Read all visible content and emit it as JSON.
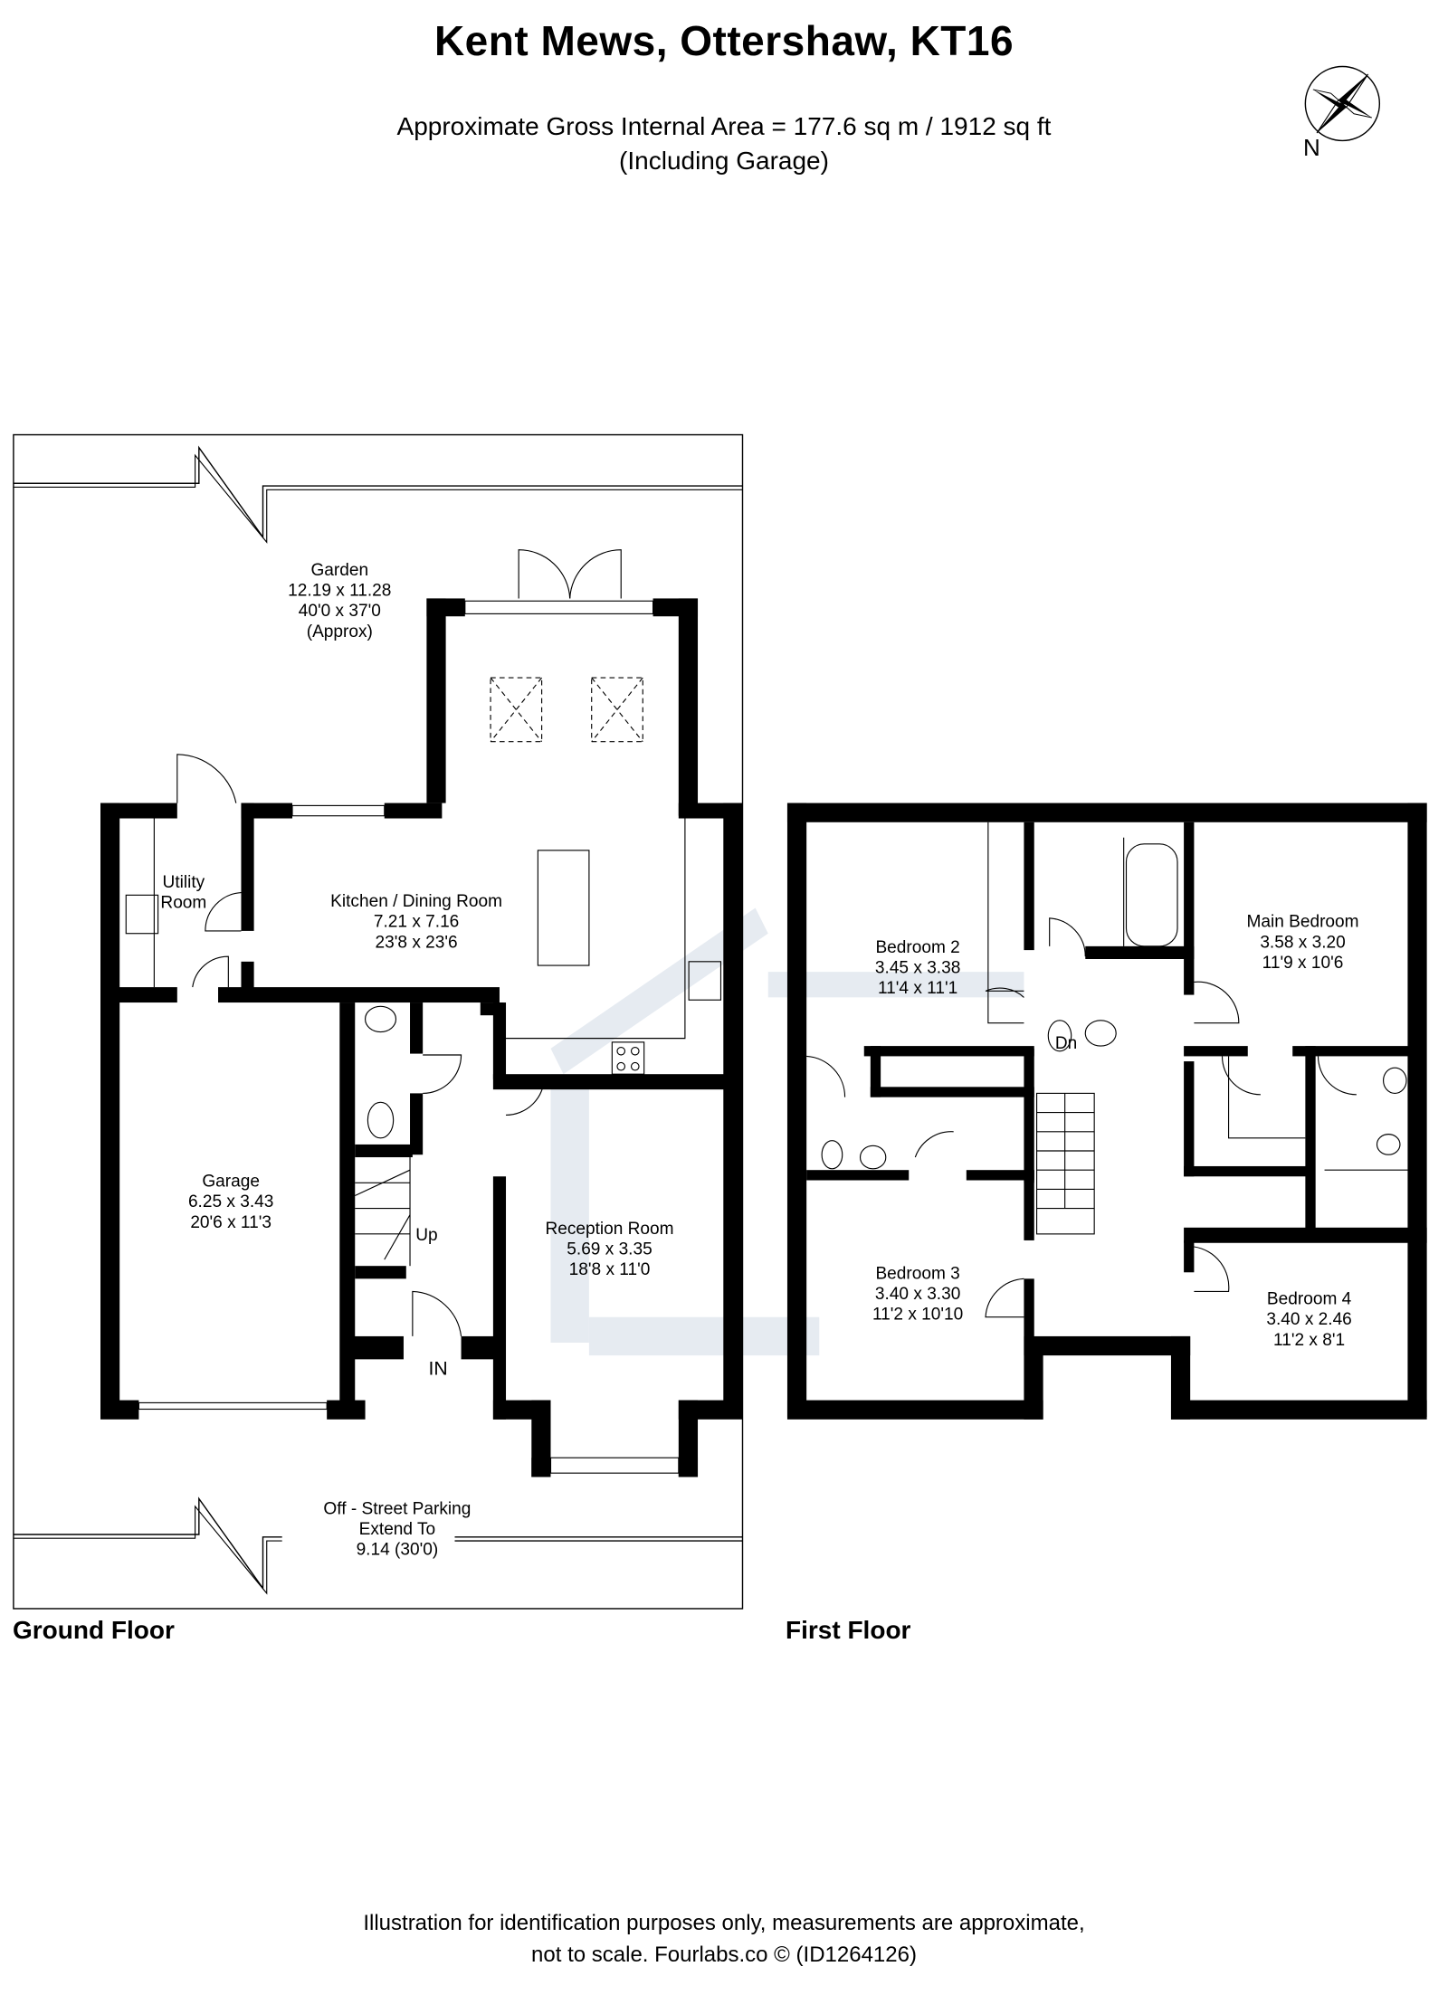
{
  "header": {
    "title": "Kent Mews, Ottershaw, KT16",
    "area_line": "Approximate Gross Internal Area = 177.6 sq m / 1912 sq ft",
    "area_note": "(Including Garage)",
    "compass_label": "N"
  },
  "ground_floor": {
    "label": "Ground Floor",
    "rooms": [
      {
        "name": "Garden",
        "metric": "12.19 x 11.28",
        "imperial": "40'0 x 37'0",
        "note": "(Approx)"
      },
      {
        "name_line1": "Utility",
        "name_line2": "Room"
      },
      {
        "name": "Kitchen  / Dining Room",
        "metric": "7.21 x 7.16",
        "imperial": "23'8 x 23'6"
      },
      {
        "name": "Garage",
        "metric": "6.25 x 3.43",
        "imperial": "20'6 x 11'3"
      },
      {
        "name": "Reception Room",
        "metric": "5.69 x 3.35",
        "imperial": "18'8 x 11'0"
      },
      {
        "name": "Off - Street Parking",
        "line2": "Extend To",
        "metric": "9.14 (30'0)"
      }
    ],
    "stairs_label": "Up",
    "entrance_label": "IN"
  },
  "first_floor": {
    "label": "First Floor",
    "rooms": [
      {
        "name": "Bedroom 2",
        "metric": "3.45 x 3.38",
        "imperial": "11'4 x 11'1"
      },
      {
        "name": "Main Bedroom",
        "metric": "3.58 x 3.20",
        "imperial": "11'9 x 10'6"
      },
      {
        "name": "Bedroom 3",
        "metric": "3.40 x 3.30",
        "imperial": "11'2 x 10'10"
      },
      {
        "name": "Bedroom 4",
        "metric": "3.40 x 2.46",
        "imperial": "11'2 x 8'1"
      }
    ],
    "stairs_label": "Dn"
  },
  "footer": {
    "line1": "Illustration for identification purposes only, measurements are approximate,",
    "line2": "not to scale. Fourlabs.co © (ID1264126)"
  },
  "colors": {
    "wall": "#000000",
    "watermark": "#e6ebf1",
    "background": "#ffffff"
  }
}
